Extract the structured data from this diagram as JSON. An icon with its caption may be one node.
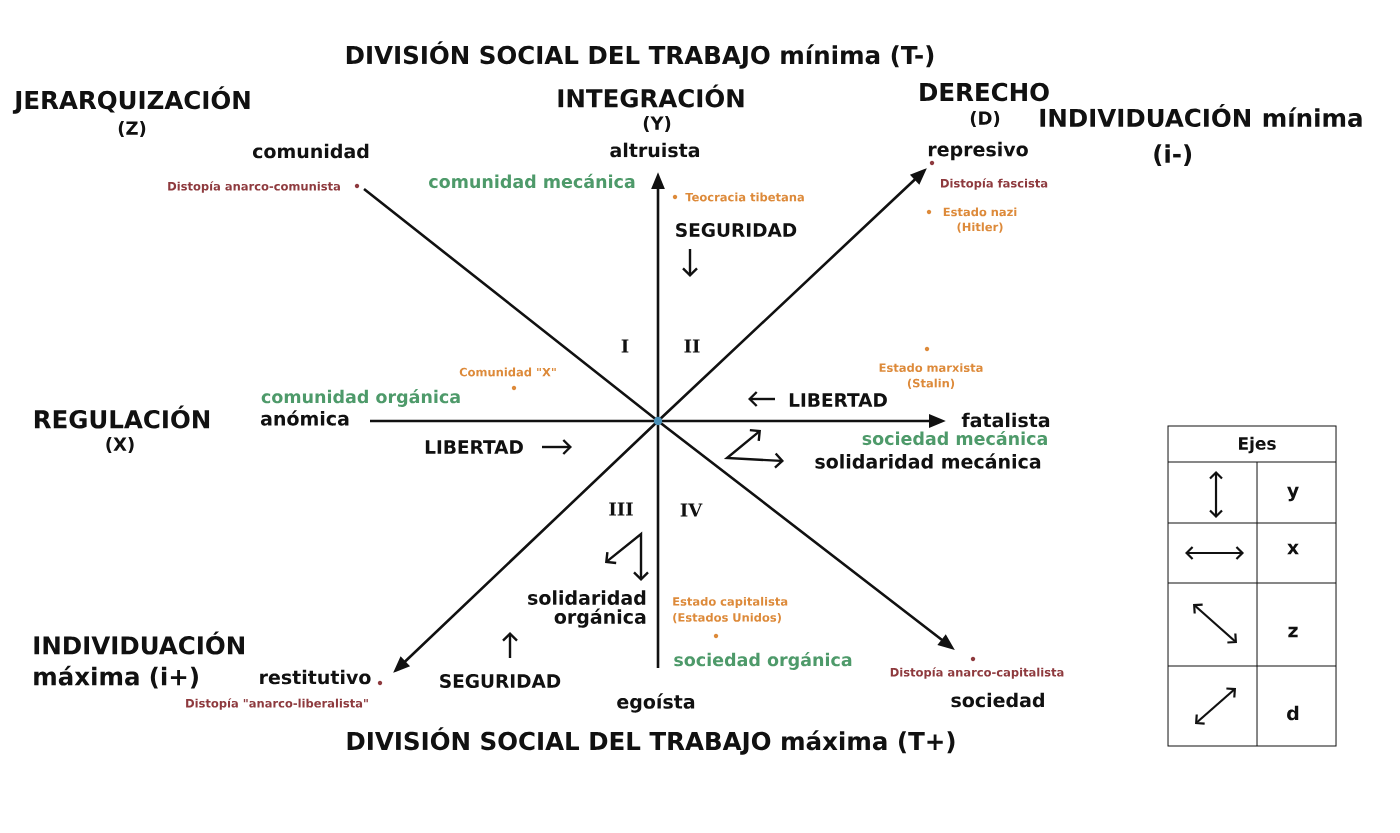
{
  "diagram": {
    "labels": [
      "DIVISIÓN SOCIAL DEL TRABAJO mínima (T-)",
      "JERARQUIZACIÓN",
      "(Z)",
      "INTEGRACIÓN",
      "(Y)",
      "DERECHO",
      "(D)",
      "INDIVIDUACIÓN mínima (i-)",
      "comunidad",
      "altruista",
      "represivo",
      "Distopía anarco-comunista",
      "comunidad mecánica",
      "Teocracia tibetana",
      "Distopía fascista",
      "Estado nazi (Hitler)",
      "SEGURIDAD",
      "I",
      "II",
      "Estado marxista (Stalin)",
      "Comunidad \"X\"",
      "comunidad orgánica",
      "LIBERTAD",
      "REGULACIÓN",
      "anómica",
      "fatalista",
      "(X)",
      "LIBERTAD",
      "sociedad mecánica",
      "solidaridad mecánica",
      "III",
      "IV",
      "solidaridad orgánica",
      "Estado capitalista (Estados Unidos)",
      "INDIVIDUACIÓN máxima (i+)",
      "restitutivo",
      "SEGURIDAD",
      "sociedad orgánica",
      "Distopía anarco-capitalista",
      "Distopía \"anarco-liberalista\"",
      "egoísta",
      "sociedad",
      "DIVISIÓN SOCIAL DEL TRABAJO máxima (T+)",
      "Ejes"
    ],
    "legend": [
      {
        "text": "y"
      },
      {
        "text": "x"
      },
      {
        "text": "z"
      },
      {
        "text": "d"
      }
    ]
  }
}
